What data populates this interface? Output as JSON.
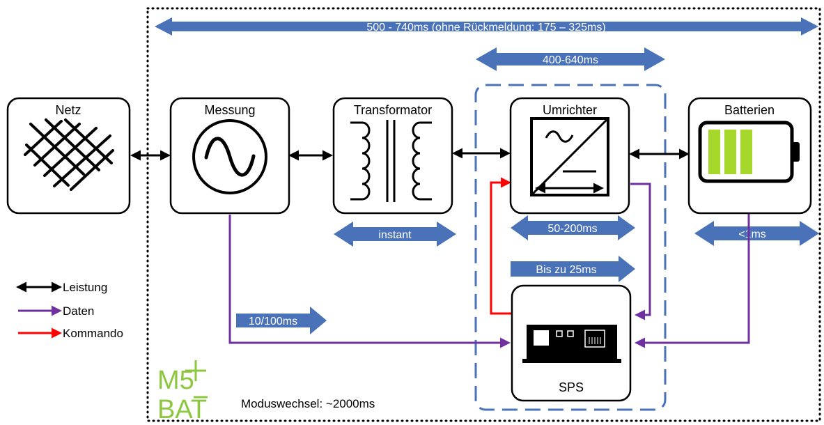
{
  "timing": {
    "total": "500 - 740ms (ohne Rückmeldung: 175 – 325ms)",
    "converter_path": "400-640ms",
    "transformer": "instant",
    "converter": "50-200ms",
    "battery": "<1ms",
    "sps": "Bis zu 25ms",
    "measurement": "10/100ms"
  },
  "blocks": {
    "grid": "Netz",
    "measurement": "Messung",
    "transformer": "Transformator",
    "converter": "Umrichter",
    "batteries": "Batterien",
    "plc": "SPS"
  },
  "legend": {
    "power": "Leistung",
    "data": "Daten",
    "command": "Kommando"
  },
  "logo": {
    "line1": "M5",
    "line2": "BAT"
  },
  "mode_switch": "Moduswechsel: ~2000ms",
  "colors": {
    "timing_arrow": "#4a72b8",
    "data": "#7030a0",
    "command": "#ff0000",
    "power": "#000000",
    "battery_cell": "#a6d82b",
    "logo": "#8dc63f",
    "dashed_box": "#4a72b8"
  }
}
